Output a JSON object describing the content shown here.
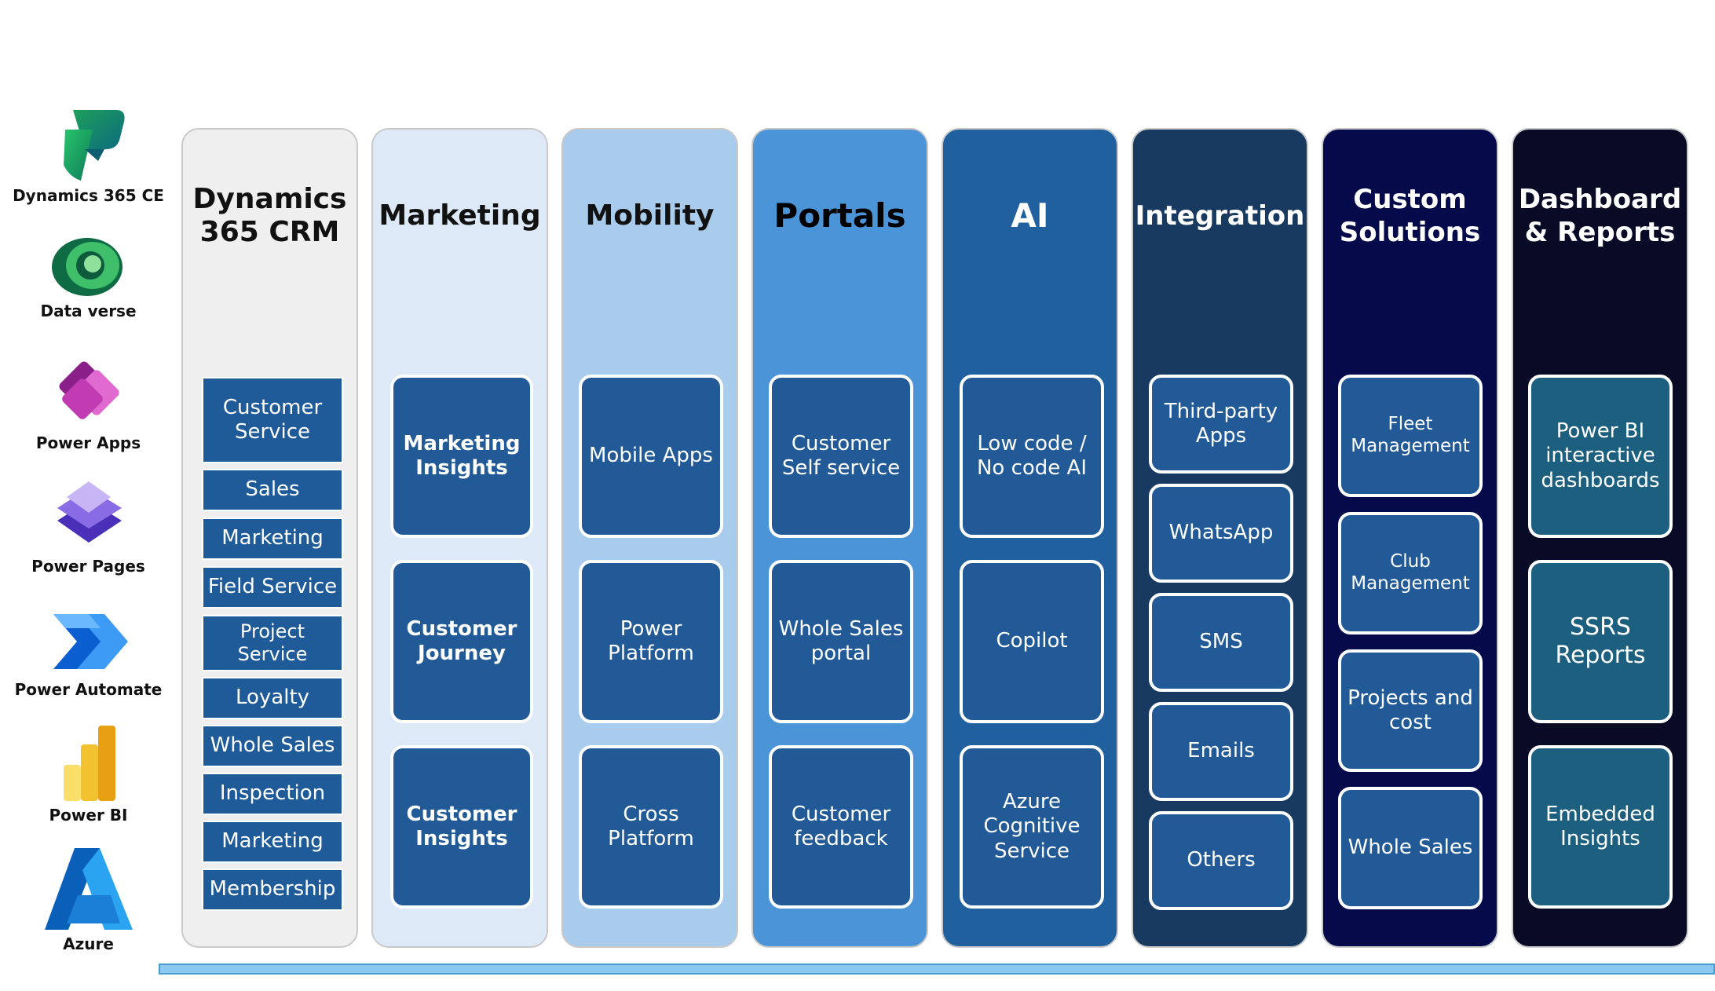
{
  "logos": [
    {
      "label": "Dynamics 365 CE",
      "icon": "dynamics-365-ce-icon"
    },
    {
      "label": "Data verse",
      "icon": "dataverse-icon"
    },
    {
      "label": "Power Apps",
      "icon": "power-apps-icon"
    },
    {
      "label": "Power Pages",
      "icon": "power-pages-icon"
    },
    {
      "label": "Power Automate",
      "icon": "power-automate-icon"
    },
    {
      "label": "Power BI",
      "icon": "power-bi-icon"
    },
    {
      "label": "Azure",
      "icon": "azure-icon"
    }
  ],
  "columns": [
    {
      "title": "Dynamics\n365 CRM",
      "colors": {
        "bg": "#efefef",
        "title": "#111111"
      },
      "items": [
        "Customer\nService",
        "Sales",
        "Marketing",
        "Field Service",
        "Project\nService",
        "Loyalty",
        "Whole Sales",
        "Inspection",
        "Marketing",
        "Membership"
      ]
    },
    {
      "title": "Marketing",
      "colors": {
        "bg": "#dde9f6",
        "title": "#111111"
      },
      "items": [
        "Marketing\nInsights",
        "Customer\nJourney",
        "Customer\nInsights"
      ]
    },
    {
      "title": "Mobility",
      "colors": {
        "bg": "#a9cbec",
        "title": "#111111"
      },
      "items": [
        "Mobile Apps",
        "Power\nPlatform",
        "Cross\nPlatform"
      ]
    },
    {
      "title": "Portals",
      "colors": {
        "bg": "#4c94d8",
        "title": "#000000"
      },
      "items": [
        "Customer\nSelf service",
        "Whole Sales\nportal",
        "Customer\nfeedback"
      ]
    },
    {
      "title": "AI",
      "colors": {
        "bg": "#21609f",
        "title": "#ffffff"
      },
      "items": [
        "Low code /\nNo code AI",
        "Copilot",
        "Azure\nCognitive\nService"
      ]
    },
    {
      "title": "Integration",
      "colors": {
        "bg": "#183a60",
        "title": "#ffffff"
      },
      "items": [
        "Third-party\nApps",
        "WhatsApp",
        "SMS",
        "Emails",
        "Others"
      ]
    },
    {
      "title": "Custom\nSolutions",
      "colors": {
        "bg": "#050a4a",
        "title": "#ffffff"
      },
      "items": [
        "Fleet\nManagement",
        "Club\nManagement",
        "Projects and\ncost",
        "Whole Sales"
      ]
    },
    {
      "title": "Dashboard\n& Reports",
      "colors": {
        "bg": "#080a26",
        "title": "#ffffff"
      },
      "items": [
        "Power BI\ninteractive\ndashboards",
        "SSRS\nReports",
        "Embedded\nInsights"
      ]
    }
  ]
}
